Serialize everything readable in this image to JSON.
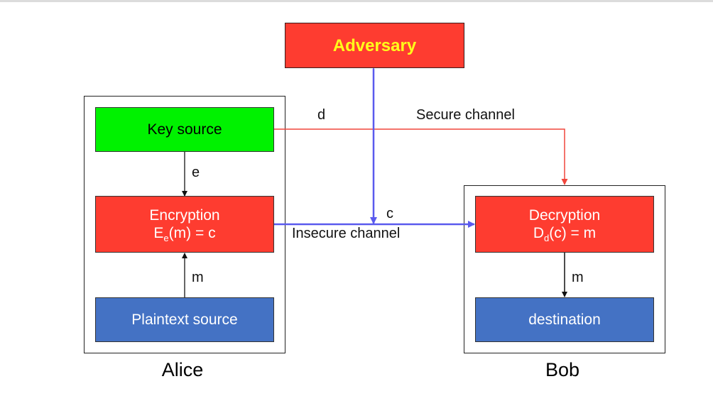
{
  "adversary": {
    "label": "Adversary"
  },
  "alice": {
    "name": "Alice",
    "key_source": "Key source",
    "encryption": {
      "title": "Encryption",
      "formula_main": "E",
      "formula_sub": "e",
      "formula_rest": "(m) = c"
    },
    "plaintext_source": "Plaintext source",
    "edge_key_label": "e",
    "edge_msg_label": "m"
  },
  "bob": {
    "name": "Bob",
    "decryption": {
      "title": "Decryption",
      "formula_main": "D",
      "formula_sub": "d",
      "formula_rest": "(c) = m"
    },
    "destination": "destination",
    "edge_msg_label": "m"
  },
  "channels": {
    "secure_key_label": "d",
    "secure_label": "Secure channel",
    "insecure_msg_label": "c",
    "insecure_label": "Insecure channel"
  },
  "colors": {
    "adversary_fill": "#fe3c30",
    "adversary_text": "#ffff1a",
    "key_fill": "#00f200",
    "crypto_fill": "#fe3c30",
    "endpoint_fill": "#4472c4",
    "secure_line": "#f0463c",
    "insecure_line": "#5a5aee"
  }
}
